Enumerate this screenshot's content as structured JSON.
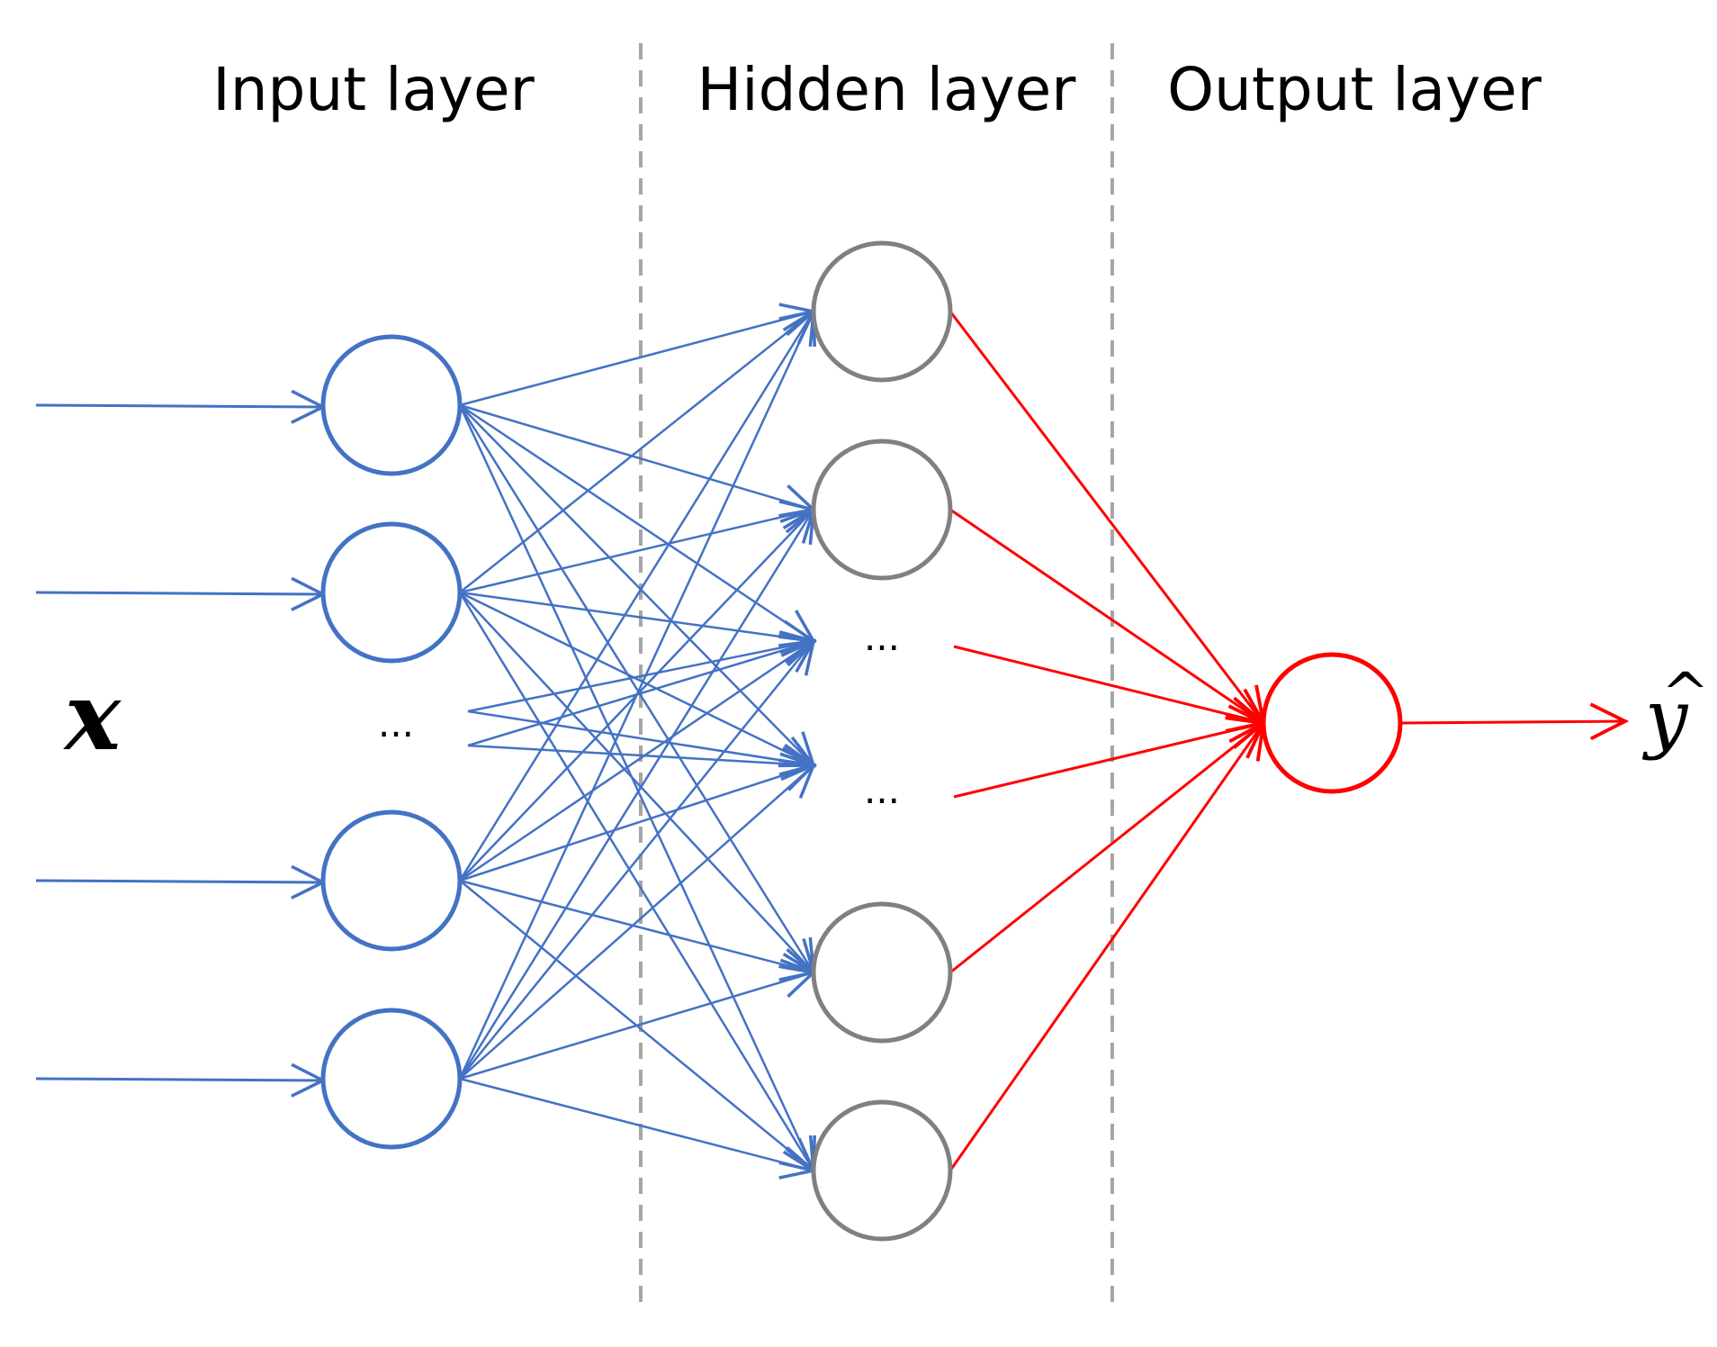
{
  "labels": {
    "input_layer": "Input layer",
    "hidden_layer": "Hidden layer",
    "output_layer": "Output layer",
    "input_symbol": "x",
    "output_symbol": "y",
    "output_hat": "^",
    "ellipsis": "..."
  },
  "network": {
    "input_neurons": 4,
    "hidden_neurons": 4,
    "output_neurons": 1
  },
  "colors": {
    "input": "#4472C4",
    "hidden_node": "#808080",
    "output": "#FF0000",
    "separator": "#A6A6A6",
    "text": "#000000"
  }
}
